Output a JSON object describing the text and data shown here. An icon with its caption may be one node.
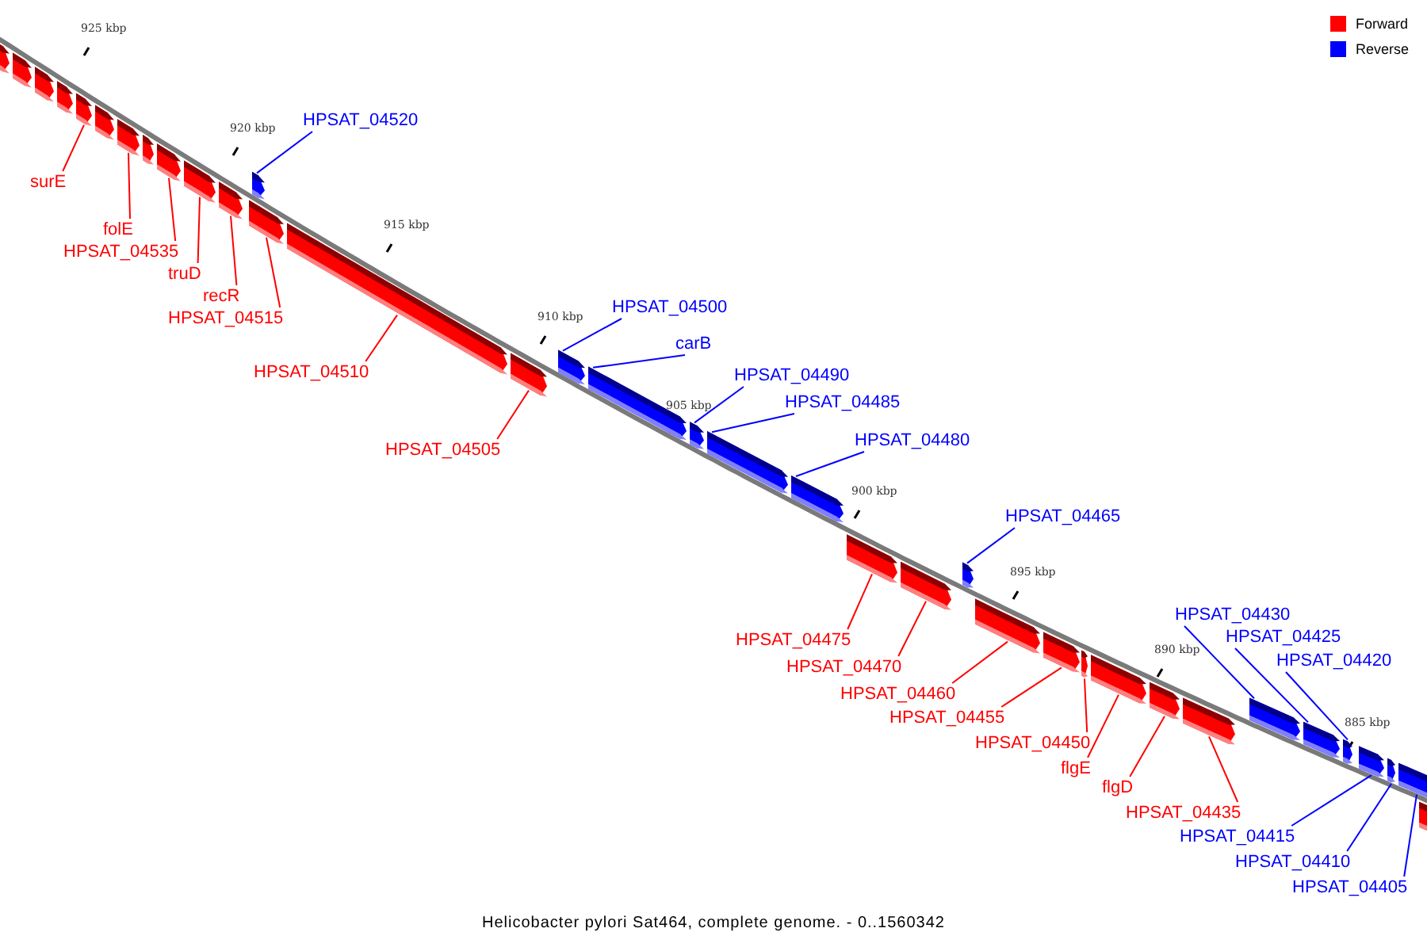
{
  "diagram": {
    "caption": "Helicobacter pylori Sat464, complete genome. - 0..1560342",
    "nodes": [
      {
        "text": [],
        "shape": "bar"
      },
      {
        "text": [],
        "shape": "bar"
      },
      {
        "text": [],
        "shape": "bar"
      },
      {
        "text": [],
        "shape": "bar"
      },
      {
        "text": [],
        "shape": "bar"
      },
      {
        "text": [],
        "shape": "bar"
      },
      {
        "text": [],
        "shape": "bar"
      },
      {
        "text": [],
        "shape": "bar"
      },
      {
        "text": [],
        "shape": "bar"
      },
      {
        "text": [],
        "shape": "bar"
      },
      {
        "text": [],
        "shape": "bar"
      },
      {
        "text": [],
        "shape": "bar"
      },
      {
        "text": [],
        "shape": "bar"
      },
      {
        "text": [],
        "shape": "bar"
      },
      {
        "text": [],
        "shape": "bar"
      },
      {
        "text": [],
        "shape": "bar"
      },
      {
        "text": [],
        "shape": "bar"
      },
      {
        "text": [],
        "shape": "bar"
      },
      {
        "text": [],
        "shape": "bar"
      },
      {
        "text": [],
        "shape": "bar"
      },
      {
        "text": [],
        "shape": "bar"
      },
      {
        "text": [],
        "shape": "bar"
      },
      {
        "text": [],
        "shape": "bar"
      },
      {
        "text": [],
        "shape": "bar"
      },
      {
        "text": [],
        "shape": "bar"
      },
      {
        "text": [],
        "shape": "bar"
      },
      {
        "text": [],
        "shape": "bar"
      },
      {
        "text": [],
        "shape": "bar"
      },
      {
        "text": [],
        "shape": "bar"
      },
      {
        "text": [],
        "shape": "bar"
      },
      {
        "text": [],
        "shape": "bar"
      },
      {
        "text": [],
        "shape": "bar"
      },
      {
        "text": [],
        "shape": "bar"
      },
      {
        "text": [],
        "shape": "bar"
      },
      {
        "text": [],
        "shape": "bar"
      },
      {
        "text": [],
        "shape": "bar"
      },
      {
        "text": [
          "HPSAT_04520"
        ]
      },
      {
        "text": [
          "surE"
        ]
      },
      {
        "text": [
          "folE"
        ]
      },
      {
        "text": [
          "HPSAT_04535"
        ]
      },
      {
        "text": [
          "truD"
        ]
      },
      {
        "text": [
          "recR"
        ]
      },
      {
        "text": [
          "HPSAT_04515"
        ]
      },
      {
        "text": [
          "HPSAT_04510"
        ]
      },
      {
        "text": [
          "HPSAT_04505"
        ]
      },
      {
        "text": [
          "HPSAT_04500"
        ]
      },
      {
        "text": [
          "carB"
        ]
      },
      {
        "text": [
          "HPSAT_04490"
        ]
      },
      {
        "text": [
          "HPSAT_04485"
        ]
      },
      {
        "text": [
          "HPSAT_04480"
        ]
      },
      {
        "text": [
          "HPSAT_04465"
        ]
      },
      {
        "text": [
          "HPSAT_04475"
        ]
      },
      {
        "text": [
          "HPSAT_04470"
        ]
      },
      {
        "text": [
          "HPSAT_04460"
        ]
      },
      {
        "text": [
          "HPSAT_04455"
        ]
      },
      {
        "text": [
          "HPSAT_04450"
        ]
      },
      {
        "text": [
          "flgE"
        ]
      },
      {
        "text": [
          "flgD"
        ]
      },
      {
        "text": [
          "HPSAT_04435"
        ]
      },
      {
        "text": [
          "HPSAT_04430"
        ]
      },
      {
        "text": [
          "HPSAT_04425"
        ]
      },
      {
        "text": [
          "HPSAT_04420"
        ]
      },
      {
        "text": [
          "HPSAT_04415"
        ]
      },
      {
        "text": [
          "HPSAT_04410"
        ]
      },
      {
        "text": [
          "HPSAT_04405"
        ]
      }
    ],
    "edges": [
      {
        "from": 36,
        "to": 11,
        "arrow": "none",
        "color": "#0000ff"
      },
      {
        "from": 37,
        "to": 4,
        "arrow": "none"
      },
      {
        "from": 38,
        "to": 6,
        "arrow": "none"
      },
      {
        "from": 39,
        "to": 8,
        "arrow": "none"
      },
      {
        "from": 40,
        "to": 9,
        "arrow": "none"
      },
      {
        "from": 41,
        "to": 10,
        "arrow": "none"
      },
      {
        "from": 42,
        "to": 12,
        "arrow": "none"
      },
      {
        "from": 43,
        "to": 13,
        "arrow": "none"
      },
      {
        "from": 44,
        "to": 14,
        "arrow": "none"
      },
      {
        "from": 45,
        "to": 15,
        "arrow": "none",
        "color": "#0000ff"
      },
      {
        "from": 46,
        "to": 16,
        "arrow": "none",
        "color": "#0000ff"
      },
      {
        "from": 47,
        "to": 17,
        "arrow": "none",
        "color": "#0000ff"
      },
      {
        "from": 48,
        "to": 18,
        "arrow": "none",
        "color": "#0000ff"
      },
      {
        "from": 49,
        "to": 19,
        "arrow": "none",
        "color": "#0000ff"
      },
      {
        "from": 50,
        "to": 22,
        "arrow": "none",
        "color": "#0000ff"
      },
      {
        "from": 51,
        "to": 20,
        "arrow": "none"
      },
      {
        "from": 52,
        "to": 21,
        "arrow": "none"
      },
      {
        "from": 53,
        "to": 23,
        "arrow": "none"
      },
      {
        "from": 54,
        "to": 24,
        "arrow": "none"
      },
      {
        "from": 55,
        "to": 25,
        "arrow": "none"
      },
      {
        "from": 56,
        "to": 26,
        "arrow": "none"
      },
      {
        "from": 57,
        "to": 27,
        "arrow": "none"
      },
      {
        "from": 58,
        "to": 28,
        "arrow": "none"
      },
      {
        "from": 59,
        "to": 29,
        "arrow": "none",
        "color": "#0000ff"
      },
      {
        "from": 60,
        "to": 30,
        "arrow": "none",
        "color": "#0000ff"
      },
      {
        "from": 61,
        "to": 31,
        "arrow": "none",
        "color": "#0000ff"
      },
      {
        "from": 62,
        "to": 32,
        "arrow": "none",
        "color": "#0000ff"
      },
      {
        "from": 63,
        "to": 33,
        "arrow": "none",
        "color": "#0000ff"
      },
      {
        "from": 64,
        "to": 34,
        "arrow": "none",
        "color": "#0000ff"
      }
    ],
    "labels": [
      "925 kbp",
      "920 kbp",
      "915 kbp",
      "910 kbp",
      "905 kbp",
      "900 kbp",
      "895 kbp",
      "890 kbp",
      "885 kbp"
    ],
    "legend": [
      {
        "text": "Forward",
        "color": "#ff0000"
      },
      {
        "text": "Reverse",
        "color": "#0000ff"
      }
    ]
  }
}
